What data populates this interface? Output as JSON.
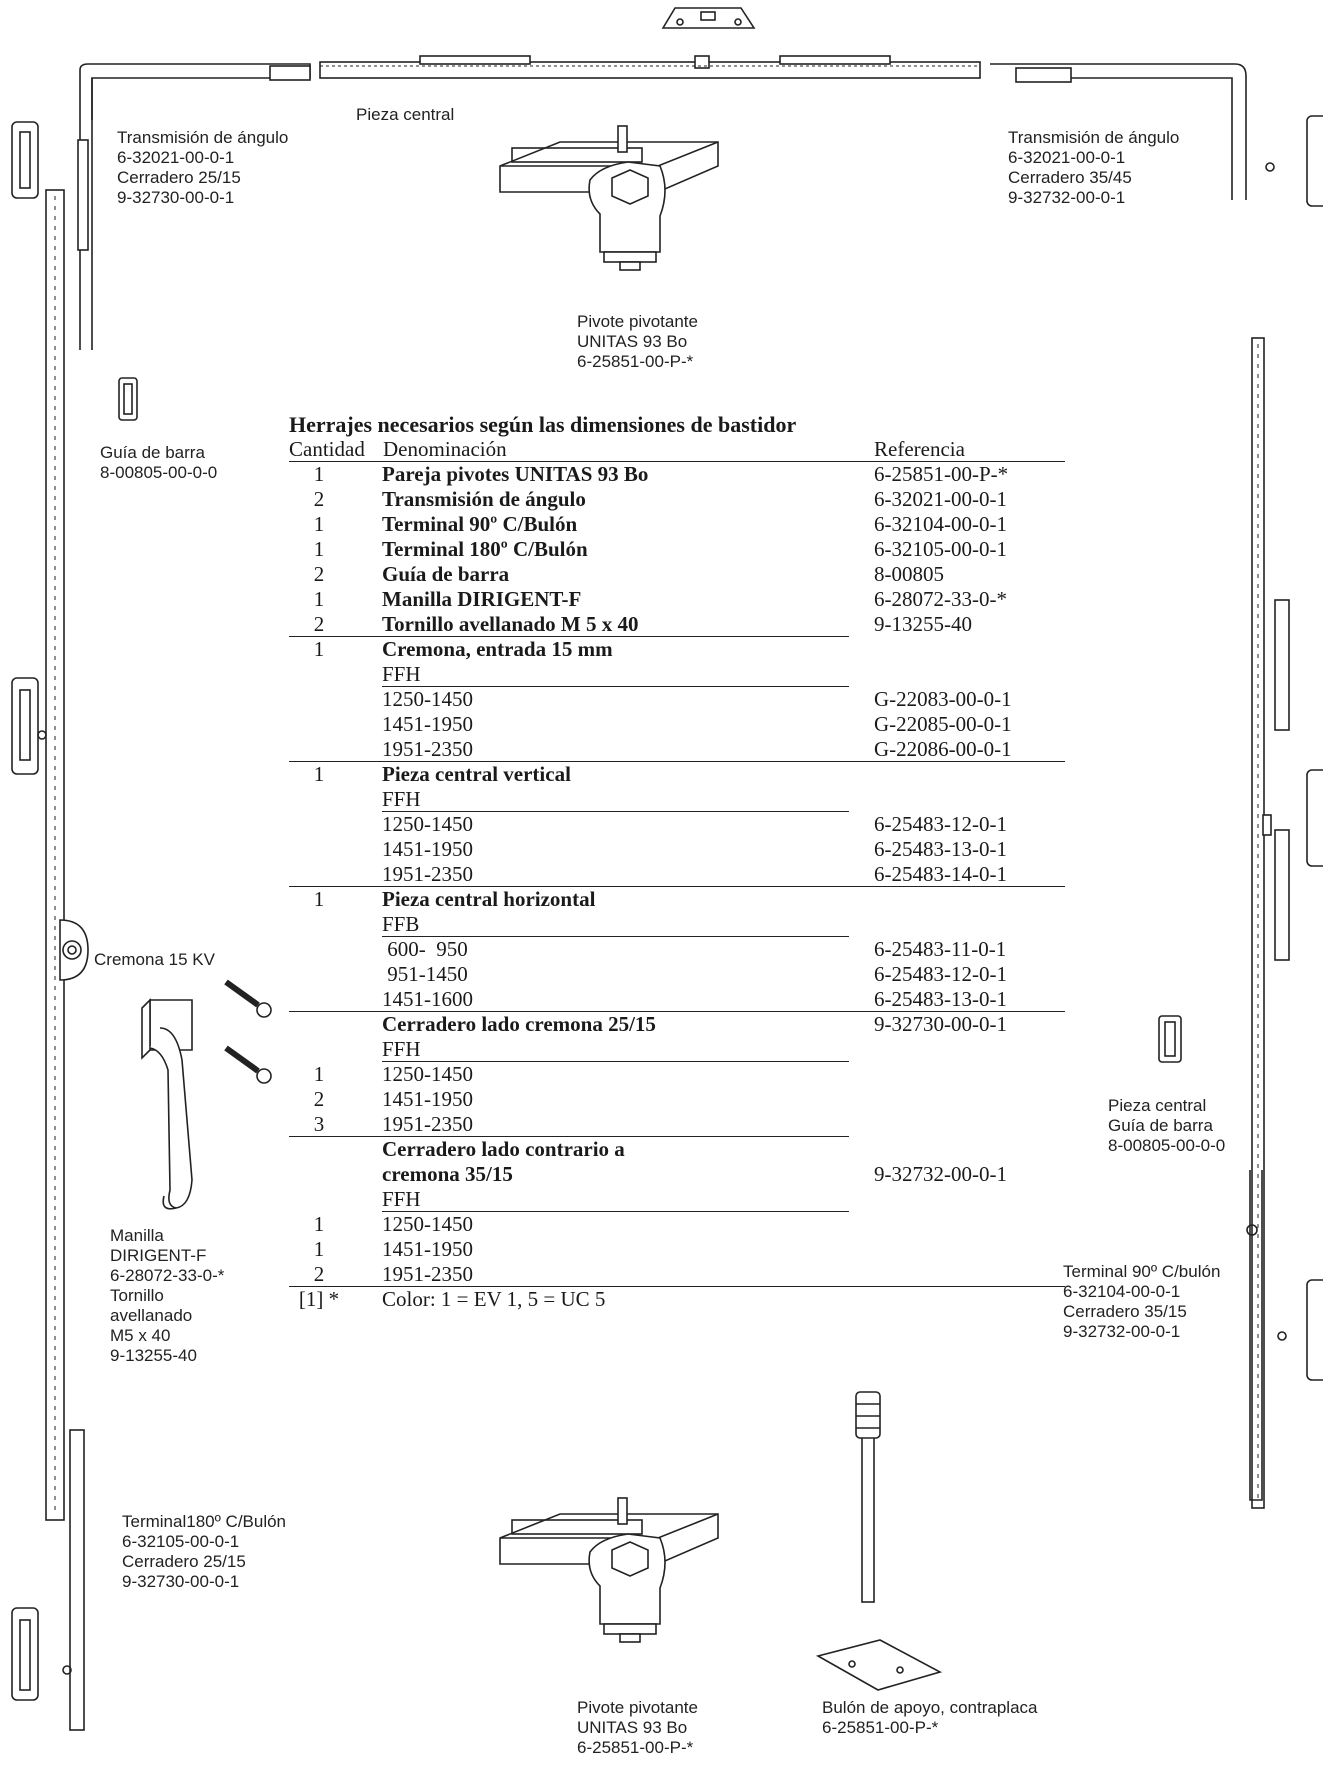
{
  "labels": {
    "top_left": [
      "Transmisión de ángulo",
      "6-32021-00-0-1",
      "Cerradero 25/15",
      "9-32730-00-0-1"
    ],
    "top_center": [
      "Pieza central"
    ],
    "top_right": [
      "Transmisión de ángulo",
      "6-32021-00-0-1",
      "Cerradero 35/45",
      "9-32732-00-0-1"
    ],
    "pivot_top": [
      "Pivote pivotante",
      "UNITAS 93 Bo",
      "6-25851-00-P-*"
    ],
    "guide_left": [
      "Guía de barra",
      "8-00805-00-0-0"
    ],
    "cremona": [
      "Cremona 15 KV"
    ],
    "handle": [
      "Manilla",
      "DIRIGENT-F",
      "6-28072-33-0-*",
      "Tornillo",
      "avellanado",
      "M5 x 40",
      "9-13255-40"
    ],
    "terminal_180": [
      "Terminal180º C/Bulón",
      "6-32105-00-0-1",
      "Cerradero 25/15",
      "9-32730-00-0-1"
    ],
    "guide_right": [
      "Pieza central",
      "Guía de barra",
      "8-00805-00-0-0"
    ],
    "terminal_90": [
      "Terminal 90º C/bulón",
      "6-32104-00-0-1",
      "Cerradero 35/15",
      "9-32732-00-0-1"
    ],
    "pivot_bottom": [
      "Pivote pivotante",
      "UNITAS 93 Bo",
      "6-25851-00-P-*"
    ],
    "bolt": [
      "Bulón de apoyo, contraplaca",
      "6-25851-00-P-*"
    ]
  },
  "table": {
    "title": "Herrajes necesarios según las dimensiones de bastidor",
    "headers": [
      "Cantidad",
      "Denominación",
      "Referencia"
    ],
    "rows": [
      {
        "q": "1",
        "d": "Pareja pivotes UNITAS 93 Bo",
        "r": "6-25851-00-P-*",
        "bold": true
      },
      {
        "q": "2",
        "d": "Transmisión de ángulo",
        "r": "6-32021-00-0-1",
        "bold": true
      },
      {
        "q": "1",
        "d": "Terminal 90º C/Bulón",
        "r": "6-32104-00-0-1",
        "bold": true
      },
      {
        "q": "1",
        "d": "Terminal 180º C/Bulón",
        "r": "6-32105-00-0-1",
        "bold": true
      },
      {
        "q": "2",
        "d": "Guía de barra",
        "r": "8-00805",
        "bold": true
      },
      {
        "q": "1",
        "d": "Manilla DIRIGENT-F",
        "r": "6-28072-33-0-*",
        "bold": true
      },
      {
        "q": "2",
        "d": "Tornillo avellanado M 5 x 40",
        "r": "9-13255-40",
        "bold": true
      },
      {
        "q": "1",
        "d": "Cremona, entrada 15 mm",
        "r": "",
        "bold": true
      },
      {
        "q": "",
        "d": "FFH",
        "r": ""
      },
      {
        "q": "",
        "d": "1250-1450",
        "r": "G-22083-00-0-1"
      },
      {
        "q": "",
        "d": "1451-1950",
        "r": "G-22085-00-0-1"
      },
      {
        "q": "",
        "d": "1951-2350",
        "r": "G-22086-00-0-1"
      },
      {
        "q": "1",
        "d": "Pieza central vertical",
        "r": "",
        "bold": true
      },
      {
        "q": "",
        "d": "FFH",
        "r": ""
      },
      {
        "q": "",
        "d": "1250-1450",
        "r": "6-25483-12-0-1"
      },
      {
        "q": "",
        "d": "1451-1950",
        "r": "6-25483-13-0-1"
      },
      {
        "q": "",
        "d": "1951-2350",
        "r": "6-25483-14-0-1"
      },
      {
        "q": "1",
        "d": "Pieza central horizontal",
        "r": "",
        "bold": true
      },
      {
        "q": "",
        "d": "FFB",
        "r": ""
      },
      {
        "q": "",
        "d": " 600-  950",
        "r": "6-25483-11-0-1"
      },
      {
        "q": "",
        "d": " 951-1450",
        "r": "6-25483-12-0-1"
      },
      {
        "q": "",
        "d": "1451-1600",
        "r": "6-25483-13-0-1"
      },
      {
        "q": "",
        "d": "Cerradero lado cremona 25/15",
        "r": "9-32730-00-0-1",
        "bold": true
      },
      {
        "q": "",
        "d": "FFH",
        "r": ""
      },
      {
        "q": "1",
        "d": "1250-1450",
        "r": ""
      },
      {
        "q": "2",
        "d": "1451-1950",
        "r": ""
      },
      {
        "q": "3",
        "d": "1951-2350",
        "r": ""
      },
      {
        "q": "",
        "d": "Cerradero lado contrario a",
        "r": "",
        "bold": true
      },
      {
        "q": "",
        "d": "cremona 35/15",
        "r": "9-32732-00-0-1",
        "bold": true
      },
      {
        "q": "",
        "d": "FFH",
        "r": ""
      },
      {
        "q": "1",
        "d": "1250-1450",
        "r": ""
      },
      {
        "q": "1",
        "d": "1451-1950",
        "r": ""
      },
      {
        "q": "2",
        "d": "1951-2350",
        "r": ""
      },
      {
        "q": "[1] *",
        "d": "Color: 1 = EV 1, 5 = UC 5",
        "r": ""
      }
    ]
  }
}
